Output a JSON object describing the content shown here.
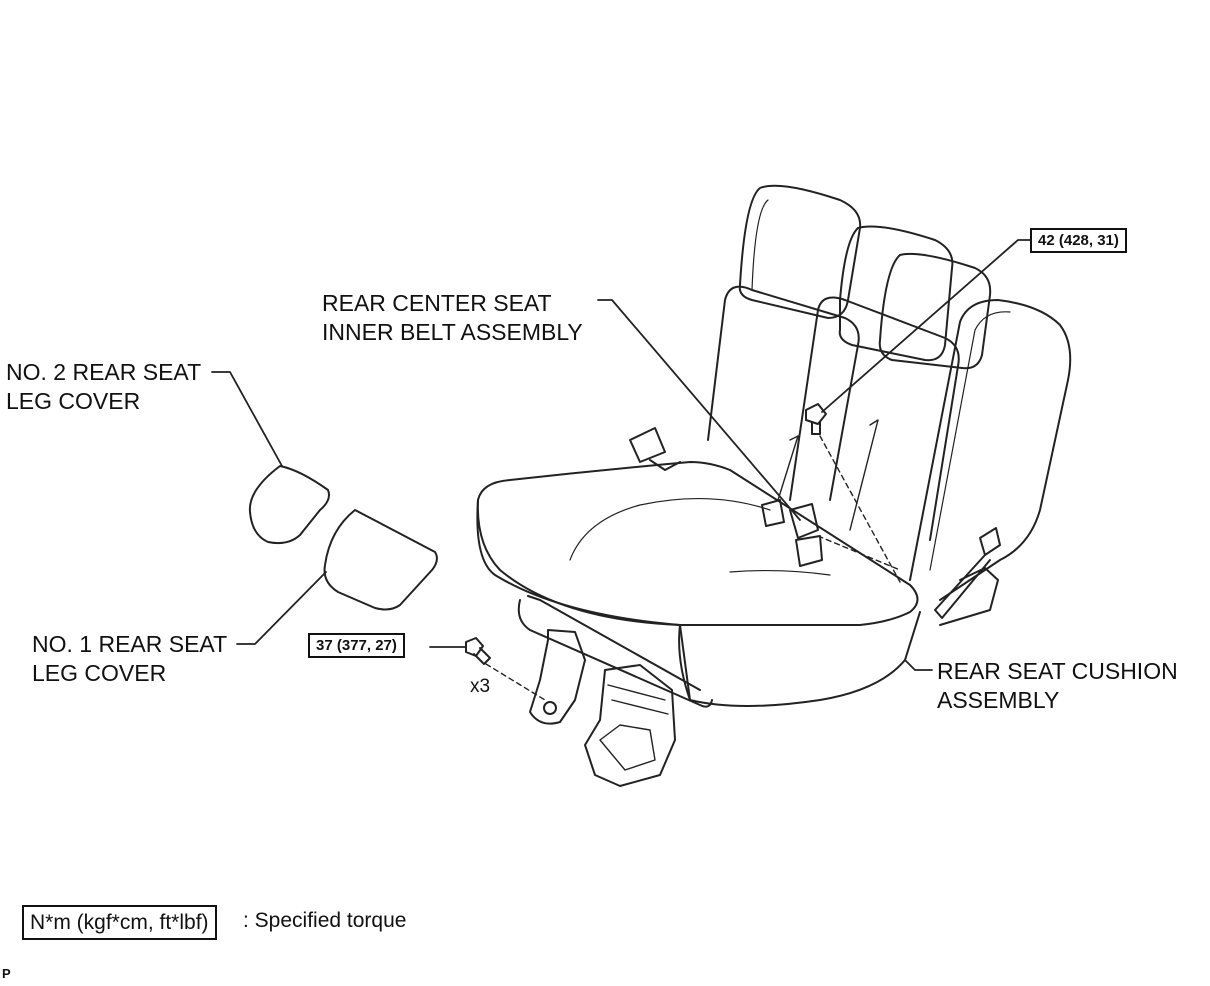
{
  "labels": {
    "rear_center_belt": [
      "REAR CENTER SEAT",
      "INNER BELT ASSEMBLY"
    ],
    "no2_leg_cover": [
      "NO. 2 REAR SEAT",
      "LEG COVER"
    ],
    "no1_leg_cover": [
      "NO. 1 REAR SEAT",
      "LEG COVER"
    ],
    "cushion": [
      "REAR SEAT CUSHION",
      "ASSEMBLY"
    ]
  },
  "torque": {
    "upper": "42 (428, 31)",
    "lower": "37 (377, 27)",
    "quantity": "x3"
  },
  "legend": {
    "box": "N*m (kgf*cm, ft*lbf)",
    "text": ": Specified torque"
  },
  "corner_mark": "P"
}
